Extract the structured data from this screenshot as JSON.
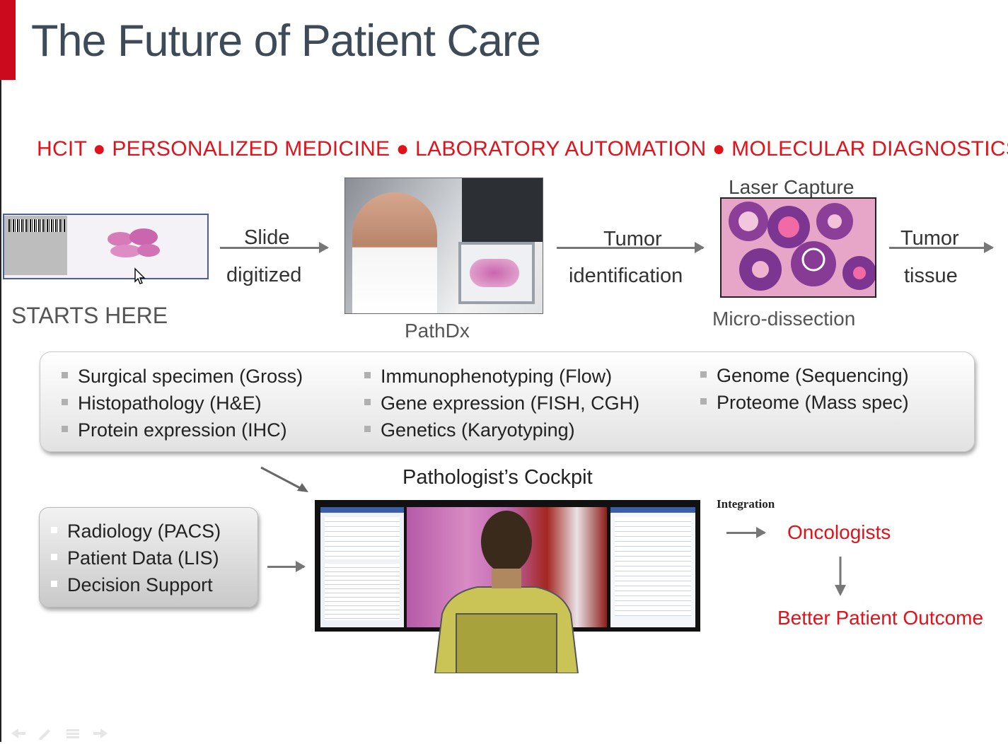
{
  "title": "The Future of Patient Care",
  "tagline": "HCIT ● PERSONALIZED MEDICINE ● LABORATORY AUTOMATION ● MOLECULAR DIAGNOSTICS",
  "workflow": {
    "starts_here": "STARTS HERE",
    "step1_top": "Slide",
    "step1_bottom": "digitized",
    "pathdx": "PathDx",
    "step2_top": "Tumor",
    "step2_bottom": "identification",
    "laser_top": "Laser Capture",
    "laser_bottom": "Micro-dissection",
    "step3_top": "Tumor",
    "step3_bottom": "tissue"
  },
  "tests_panel": {
    "col1": [
      "Surgical specimen (Gross)",
      "Histopathology (H&E)",
      "Protein expression (IHC)"
    ],
    "col2": [
      "Immunophenotyping (Flow)",
      "Gene expression (FISH, CGH)",
      "Genetics (Karyotyping)"
    ],
    "col3": [
      "Genome (Sequencing)",
      "Proteome (Mass spec)"
    ]
  },
  "cockpit": {
    "title": "Pathologist’s Cockpit",
    "inputs": [
      "Radiology (PACS)",
      "Patient Data (LIS)",
      "Decision Support"
    ],
    "integration": "Integration",
    "oncologists": "Oncologists",
    "outcome": "Better Patient Outcome"
  },
  "colors": {
    "accent": "#cc0a1e",
    "tagline": "#e2121b",
    "title": "#3d4a57"
  },
  "icons": [
    "mouse-cursor-icon",
    "back-icon",
    "pen-icon",
    "menu-icon",
    "forward-icon"
  ]
}
